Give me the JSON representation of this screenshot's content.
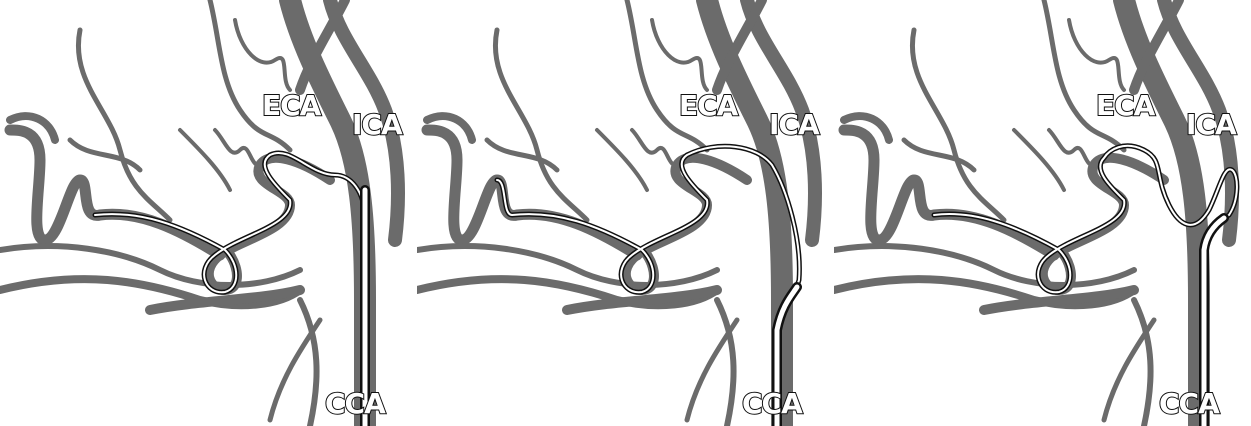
{
  "labels": {
    "eca": "ECA",
    "ica": "ICA",
    "cca": "CCA"
  },
  "panels": [
    {
      "stage": "guidewire in CCA below carotid bifurcation"
    },
    {
      "stage": "guidewire advanced into ICA"
    },
    {
      "stage": "guidewire looped through ICA bifurcation region"
    }
  ],
  "colors": {
    "vessel": "#6b6b6b",
    "vessel_dark": "#5e5e5e",
    "wire_fill": "#ffffff",
    "wire_outline": "#111111",
    "background": "#ffffff"
  }
}
